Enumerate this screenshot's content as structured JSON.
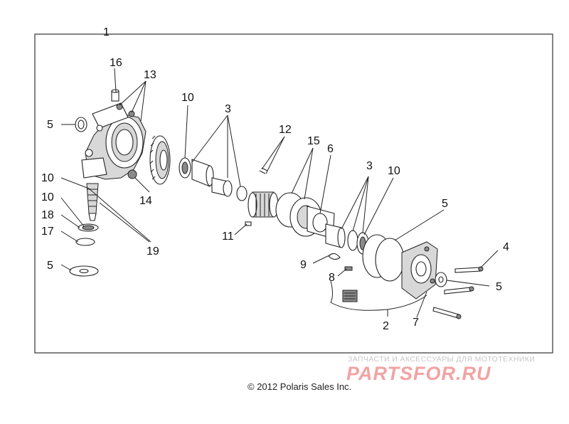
{
  "diagram": {
    "callouts": {
      "c1": "1",
      "c16": "16",
      "c13": "13",
      "c10a": "10",
      "c3a": "3",
      "c5a": "5",
      "c12": "12",
      "c15": "15",
      "c6": "6",
      "c3b": "3",
      "c10b": "10",
      "c10c": "10",
      "c10d": "10",
      "c14": "14",
      "c18": "18",
      "c17": "17",
      "c19": "19",
      "c11": "11",
      "c5b": "5",
      "c5c": "5",
      "c4": "4",
      "c9": "9",
      "c8": "8",
      "c5d": "5",
      "c2": "2",
      "c7": "7"
    }
  },
  "copyright": "© 2012 Polaris Sales Inc.",
  "watermark": {
    "small": "ЗАПЧАСТИ И АКСЕССУАРЫ ДЛЯ МОТОТЕХНИКИ",
    "big": "PARTSFOR.RU"
  }
}
